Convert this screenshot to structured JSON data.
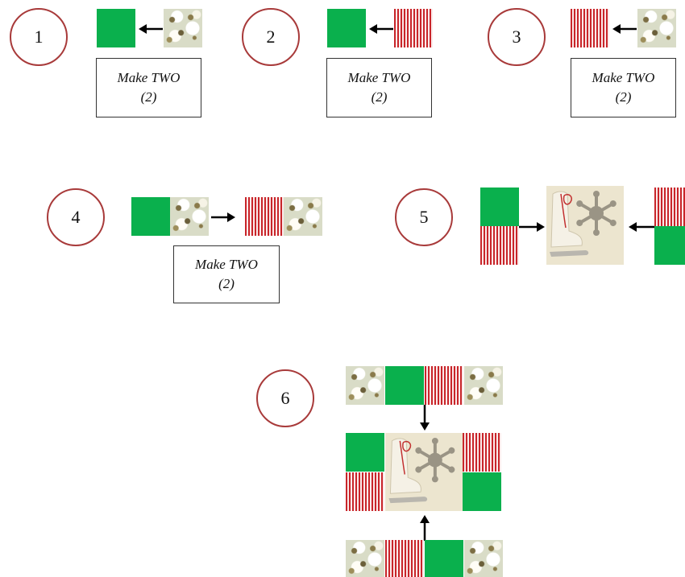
{
  "steps": [
    {
      "number": "1",
      "label_line1": "Make TWO",
      "label_line2": "(2)"
    },
    {
      "number": "2",
      "label_line1": "Make TWO",
      "label_line2": "(2)"
    },
    {
      "number": "3",
      "label_line1": "Make TWO",
      "label_line2": "(2)"
    },
    {
      "number": "4",
      "label_line1": "Make TWO",
      "label_line2": "(2)"
    },
    {
      "number": "5"
    },
    {
      "number": "6"
    }
  ],
  "colors": {
    "green": "#0ab04d",
    "stripe_red": "#c8252a",
    "circle_outline": "#a83a3a"
  }
}
